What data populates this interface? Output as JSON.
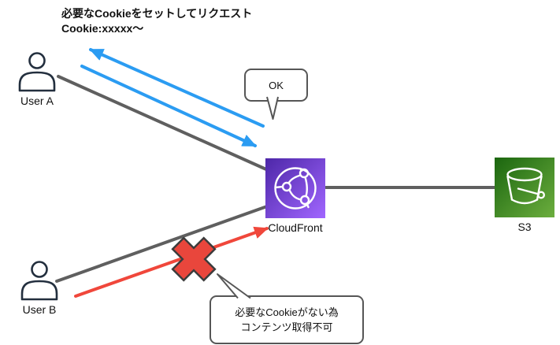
{
  "diagram": {
    "top_annotation": {
      "line1": "必要なCookieをセットしてリクエスト",
      "line2": "Cookie:xxxxx〜"
    },
    "nodes": {
      "user_a": {
        "label": "User A"
      },
      "user_b": {
        "label": "User B"
      },
      "cloudfront": {
        "label": "CloudFront"
      },
      "s3": {
        "label": "S3"
      }
    },
    "callouts": {
      "ok": {
        "text": "OK"
      },
      "denied": {
        "line1": "必要なCookieがない為",
        "line2": "コンテンツ取得不可"
      }
    },
    "colors": {
      "allowed_arrow": "#2B9CF2",
      "denied_arrow": "#F0473B",
      "deny_cross_fill": "#E9463C",
      "deny_cross_stroke": "#3C3C3C",
      "connector": "#5F5F5F",
      "user_icon": "#232F3E",
      "bubble_border": "#565656",
      "cloudfront_gradient_start": "#4D27A8",
      "cloudfront_gradient_end": "#A166FF",
      "s3_gradient_start": "#1B660F",
      "s3_gradient_end": "#6CAE3E"
    }
  }
}
